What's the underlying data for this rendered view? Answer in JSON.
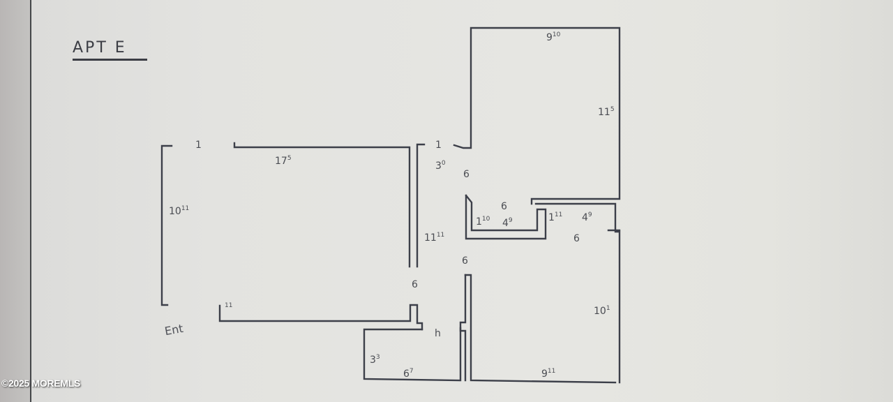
{
  "title": "APT E",
  "entry_label": "Ent",
  "watermark": "©2025 MOREMLS",
  "dimensions": {
    "living_top_door": "1",
    "living_width": "17",
    "living_width_sup": "5",
    "living_height": "10",
    "living_height_sup": "11",
    "entry_door": "11",
    "hall_door_top": "1",
    "hall_width": "3",
    "hall_width_sup": "0",
    "hall_height": "11",
    "hall_height_sup": "11",
    "bedroom1_width": "9",
    "bedroom1_width_sup": "10",
    "bedroom1_height": "11",
    "bedroom1_height_sup": "5",
    "closet1_depth": "1",
    "closet1_depth_sup": "10",
    "closet1_width": "4",
    "closet1_width_sup": "9",
    "closet1_door": "6",
    "closet2_depth": "1",
    "closet2_depth_sup": "11",
    "closet2_width": "4",
    "closet2_width_sup": "9",
    "closet2_door": "6",
    "bath_door": "6",
    "bedroom2_door": "6",
    "bedroom2_width": "9",
    "bedroom2_width_sup": "11",
    "bedroom2_height": "10",
    "bedroom2_height_sup": "1",
    "kitchen_height": "3",
    "kitchen_height_sup": "3",
    "kitchen_width": "6",
    "kitchen_width_sup": "7",
    "kitchen_door": "h",
    "bed1_door_mark": "6"
  }
}
